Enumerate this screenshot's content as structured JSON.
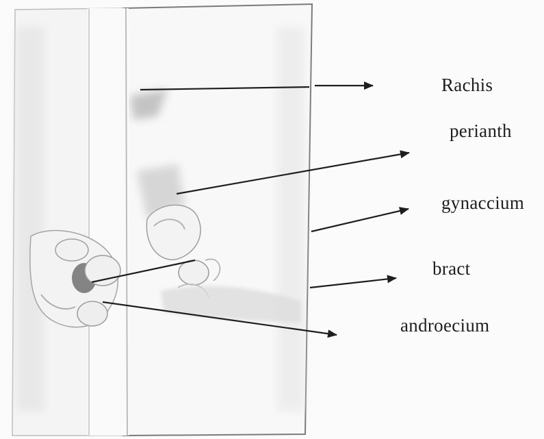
{
  "labels": {
    "rachis": "Rachis",
    "perianth": "perianth",
    "gynaecium": "gynaccium",
    "bract": "bract",
    "androecium": "androecium"
  },
  "colors": {
    "ink": "#1e1e1e",
    "paper": "#fbfbfb",
    "specimen": "#f2f2f2",
    "shadow": "#c9c9c9"
  }
}
